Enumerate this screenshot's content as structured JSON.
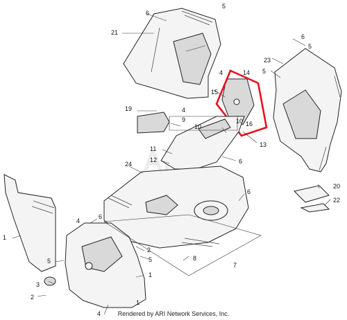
{
  "watermark_text": "ARI",
  "footer": "Rendered by ARI Network Services, Inc.",
  "highlight_color": "#e8101c",
  "callouts": [
    "1",
    "1",
    "1",
    "2",
    "2",
    "3",
    "4",
    "4",
    "4",
    "4",
    "5",
    "5",
    "5",
    "5",
    "5",
    "6",
    "6",
    "6",
    "6",
    "6",
    "7",
    "8",
    "9",
    "10",
    "10",
    "11",
    "12",
    "13",
    "14",
    "15",
    "16",
    "19",
    "20",
    "21",
    "22",
    "23",
    "24"
  ]
}
